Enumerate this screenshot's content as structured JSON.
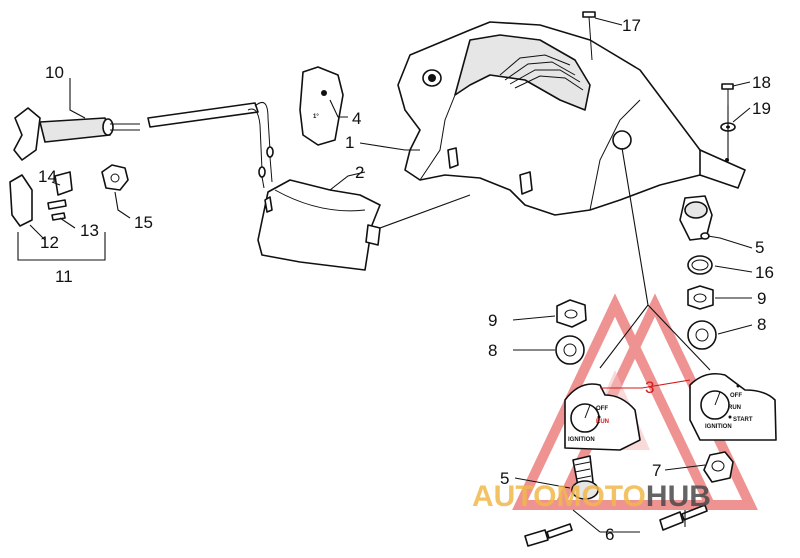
{
  "callouts": {
    "c1": "1",
    "c2": "2",
    "c3": "3",
    "c4": "4",
    "c5a": "5",
    "c5b": "5",
    "c6": "6",
    "c7": "7",
    "c8a": "8",
    "c8b": "8",
    "c9a": "9",
    "c9b": "9",
    "c10": "10",
    "c11": "11",
    "c12": "12",
    "c13": "13",
    "c14": "14",
    "c15": "15",
    "c16": "16",
    "c17": "17",
    "c18": "18",
    "c19": "19"
  },
  "plate_left": {
    "ignition": "IGNITION",
    "off": "OFF",
    "run": "RUN"
  },
  "plate_right": {
    "ignition": "IGNITION",
    "off": "OFF",
    "run": "RUN",
    "start": "START"
  },
  "watermark": {
    "part1": "AUTO",
    "part2": "MOTO",
    "part3": "HUB"
  },
  "colors": {
    "ink": "#111111",
    "watermark_red": "#d11a1a",
    "watermark_orange": "#f2b84b",
    "watermark_gray": "#4a4a4a"
  }
}
